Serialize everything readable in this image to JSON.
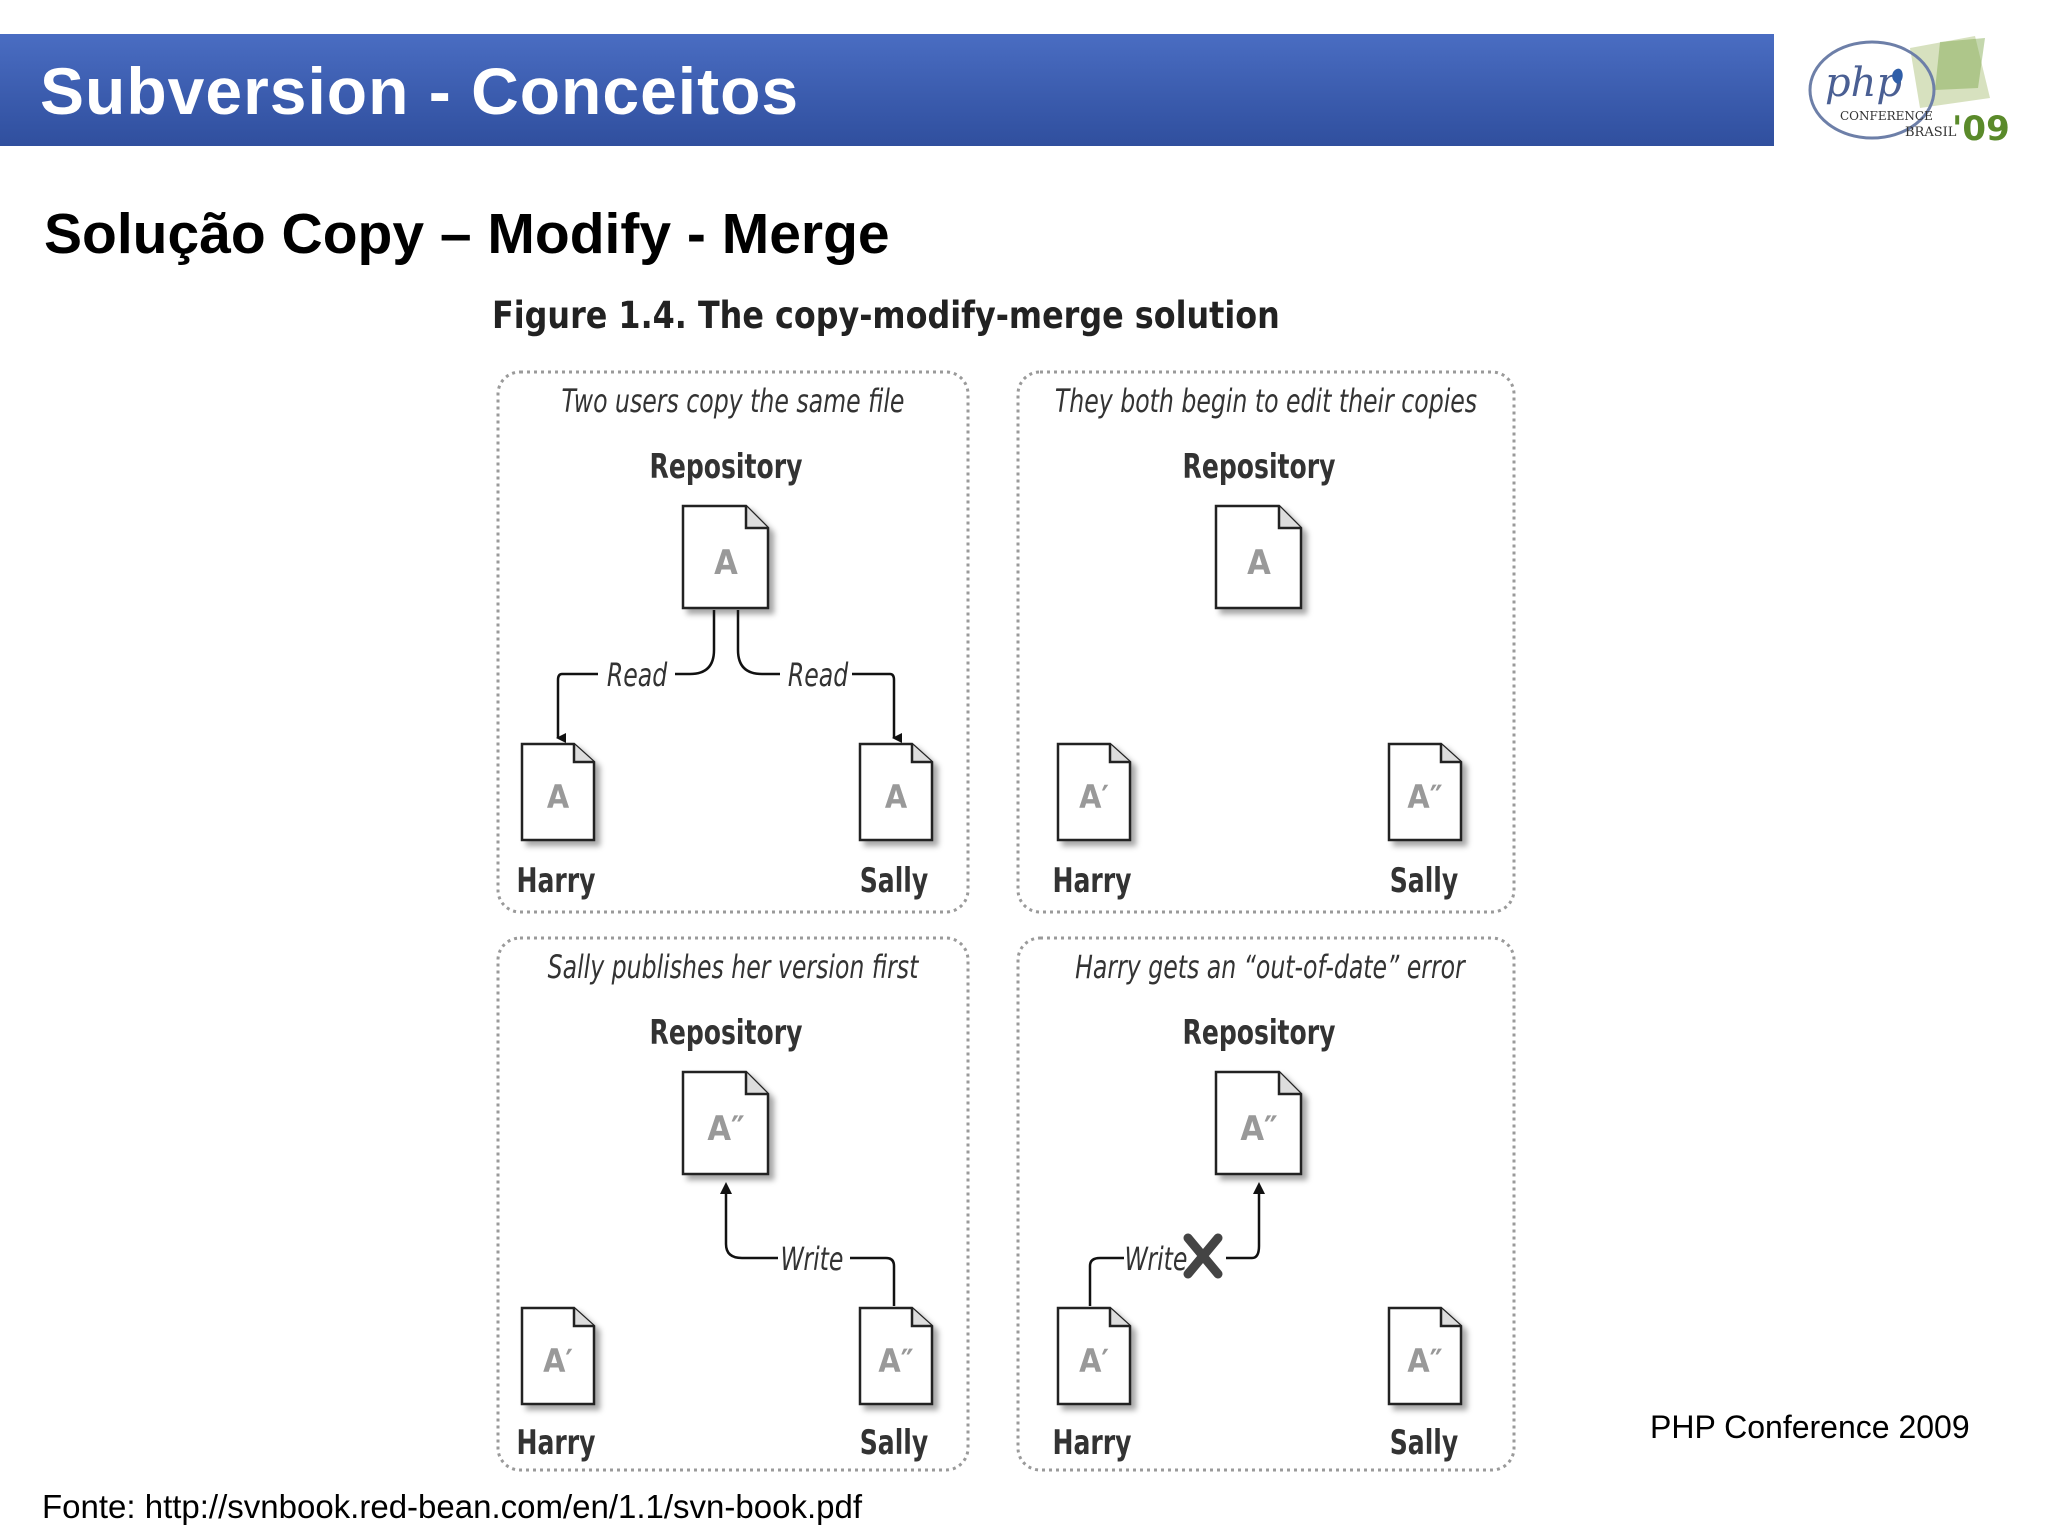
{
  "header": {
    "title": "Subversion - Conceitos"
  },
  "logo": {
    "word": "php",
    "line1": "CONFERENCE",
    "line2": "BRASIL",
    "year": "'09"
  },
  "subtitle": "Solução Copy – Modify - Merge",
  "figure": {
    "caption": "Figure 1.4. The copy-modify-merge solution",
    "panels": [
      {
        "title": "Two users copy the same file",
        "repository_label": "Repository",
        "repo_file": "A",
        "left_file": "A",
        "right_file": "A",
        "left_user": "Harry",
        "right_user": "Sally",
        "left_arrow_label": "Read",
        "right_arrow_label": "Read"
      },
      {
        "title": "They both begin to edit their copies",
        "repository_label": "Repository",
        "repo_file": "A",
        "left_file": "A′",
        "right_file": "A″",
        "left_user": "Harry",
        "right_user": "Sally"
      },
      {
        "title": "Sally publishes her version first",
        "repository_label": "Repository",
        "repo_file": "A″",
        "left_file": "A′",
        "right_file": "A″",
        "left_user": "Harry",
        "right_user": "Sally",
        "arrow_label": "Write"
      },
      {
        "title": "Harry gets an “out-of-date” error",
        "repository_label": "Repository",
        "repo_file": "A″",
        "left_file": "A′",
        "right_file": "A″",
        "left_user": "Harry",
        "right_user": "Sally",
        "arrow_label": "Write"
      }
    ]
  },
  "footer": {
    "conference": "PHP Conference 2009",
    "source": "Fonte: http://svnbook.red-bean.com/en/1.1/svn-book.pdf"
  },
  "colors": {
    "header_blue": "#3b5cae",
    "logo_green": "#5a8a2a",
    "logo_blue": "#2f5ea8"
  }
}
